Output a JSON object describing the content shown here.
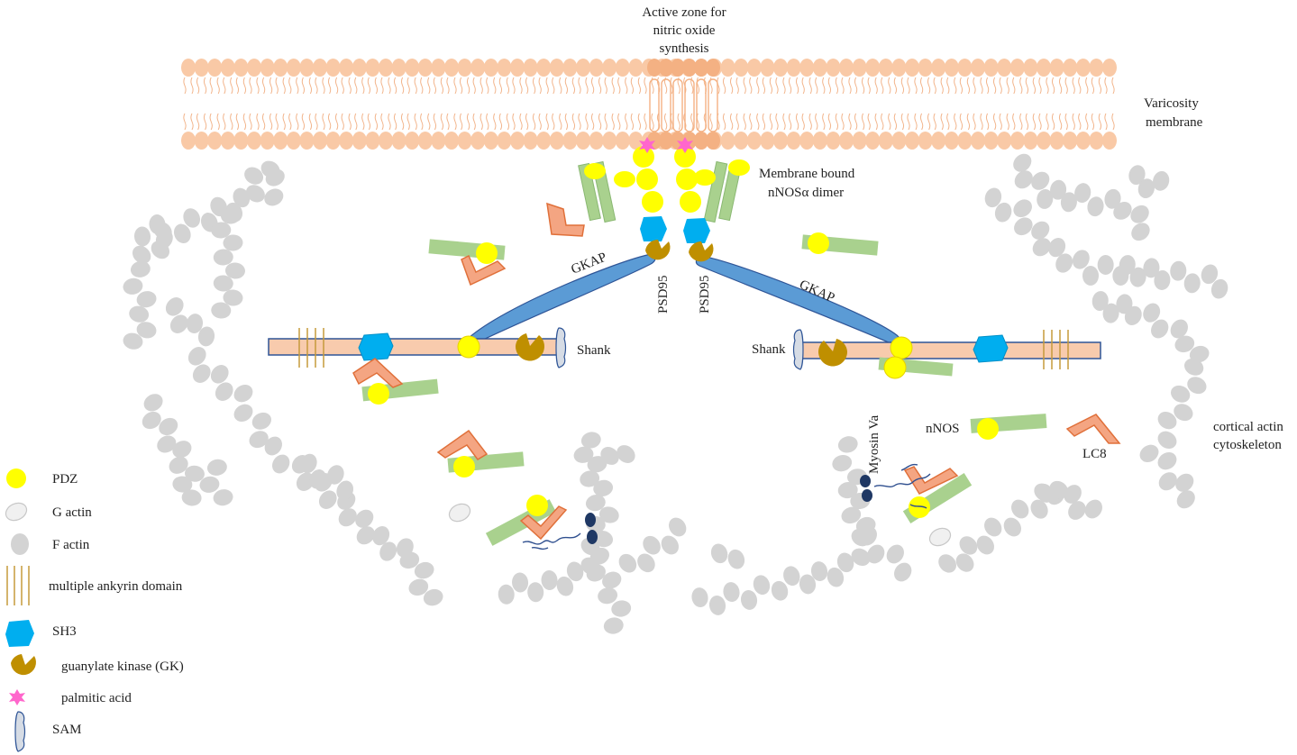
{
  "labels": {
    "active_zone_line1": "Active zone for",
    "active_zone_line2": "nitric oxide",
    "active_zone_line3": "synthesis",
    "membrane_line1": "Varicosity",
    "membrane_line2": "membrane",
    "nnos_dimer_line1": "Membrane bound",
    "nnos_dimer_line2": "nNOSα dimer",
    "gkap_left": "GKAP",
    "gkap_right": "GKAP",
    "psd95_left": "PSD95",
    "psd95_right": "PSD95",
    "shank_left": "Shank",
    "shank_right": "Shank",
    "nnos": "nNOS",
    "lc8": "LC8",
    "myosin": "Myosin Va",
    "cortical_line1": "cortical actin",
    "cortical_line2": "cytoskeleton"
  },
  "legend": [
    {
      "label": "PDZ",
      "icon": "pdz-icon"
    },
    {
      "label": "G actin",
      "icon": "g-actin-icon"
    },
    {
      "label": "F actin",
      "icon": "f-actin-icon"
    },
    {
      "label": "multiple ankyrin domain",
      "icon": "ankyrin-icon"
    },
    {
      "label": "SH3",
      "icon": "sh3-icon"
    },
    {
      "label": "guanylate kinase (GK)",
      "icon": "gk-icon"
    },
    {
      "label": "palmitic acid",
      "icon": "palmitic-acid-icon"
    },
    {
      "label": "SAM",
      "icon": "sam-icon"
    }
  ],
  "colors": {
    "lipid": "#f9c9a6",
    "lipid_stroke": "#f2b48b",
    "pdz": "#ffff00",
    "actin": "#d3d3d3",
    "sh3": "#00aeef",
    "gk": "#bf8f00",
    "nnos_bar": "#a9d18e",
    "lc8": "#f4a582",
    "lc8_stroke": "#e0703a",
    "gkap": "#5b9bd5",
    "shank_bar": "#f8cbad",
    "shank_stroke": "#2f5597",
    "palmitic": "#ff66cc",
    "myosin": "#1f3864",
    "ankyrin": "#c59a3a"
  }
}
